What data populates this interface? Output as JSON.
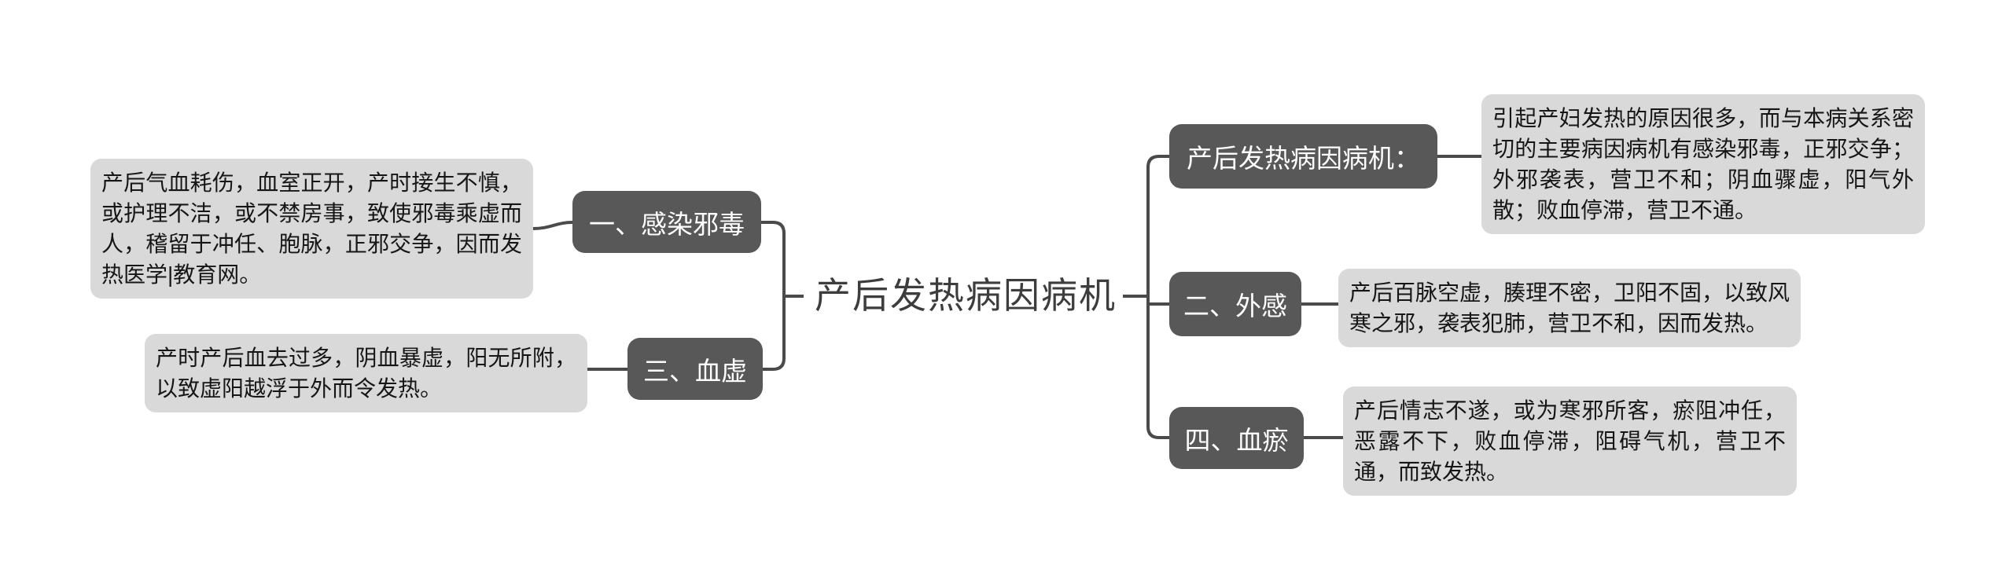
{
  "diagram": {
    "type": "mindmap",
    "root": {
      "title": "产后发热病因病机"
    },
    "left_branches": [
      {
        "label": "一、感染邪毒",
        "note": "产后气血耗伤，血室正开，产时接生不慎，或护理不洁，或不禁房事，致使邪毒乘虚而人，稽留于冲任、胞脉，正邪交争，因而发热医学|教育网。"
      },
      {
        "label": "三、血虚",
        "note": "产时产后血去过多，阴血暴虚，阳无所附，以致虚阳越浮于外而令发热。"
      }
    ],
    "right_branches": [
      {
        "label": "产后发热病因病机：",
        "note": "引起产妇发热的原因很多，而与本病关系密切的主要病因病机有感染邪毒，正邪交争；外邪袭表，营卫不和；阴血骤虚，阳气外散；败血停滞，营卫不通。"
      },
      {
        "label": "二、外感",
        "note": "产后百脉空虚，腠理不密，卫阳不固，以致风寒之邪，袭表犯肺，营卫不和，因而发热。"
      },
      {
        "label": "四、血瘀",
        "note": "产后情志不遂，或为寒邪所客，瘀阻冲任，恶露不下，败血停滞，阻碍气机，营卫不通，而致发热。"
      }
    ],
    "colors": {
      "topic_fill": "#585858",
      "topic_text": "#ffffff",
      "note_fill": "#d9d9d9",
      "note_text": "#161616",
      "connector": "#4a4a4a",
      "root_text": "#3d3d3d",
      "background": "#ffffff"
    }
  }
}
